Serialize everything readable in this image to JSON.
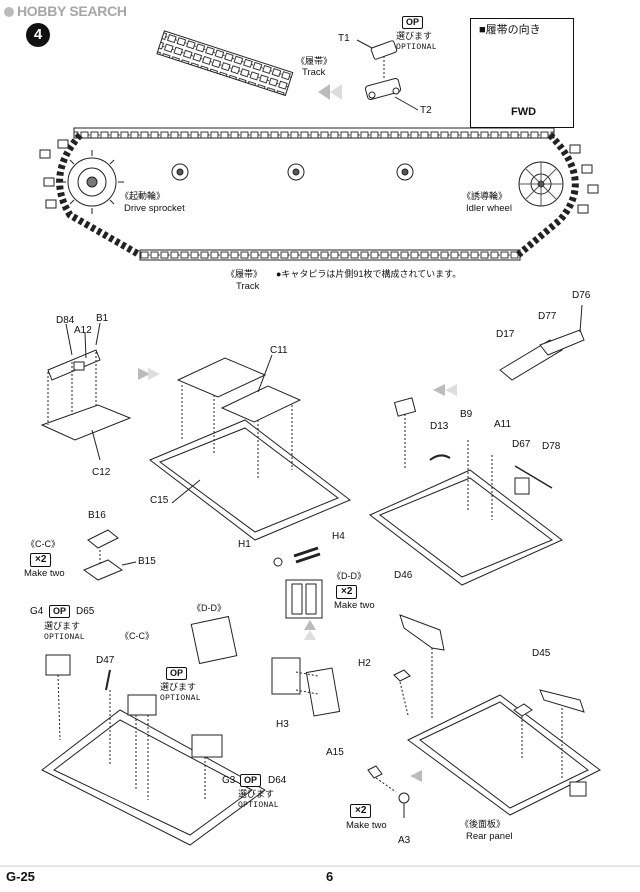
{
  "watermark": "HOBBY SEARCH",
  "step_number": "4",
  "page_number": "6",
  "page_code": "G-25",
  "badges": {
    "op": "OP",
    "x2": "×2"
  },
  "texts": {
    "select_jp": "選びます",
    "optional_en": "OPTIONAL",
    "make_two": "Make two"
  },
  "track_top": {
    "jp": "《履帯》",
    "en": "Track"
  },
  "direction_box": {
    "title": "■履帯の向き",
    "label": "FWD"
  },
  "drive_sprocket": {
    "jp": "《起動輪》",
    "en": "Drive sprocket"
  },
  "idler_wheel": {
    "jp": "《誘導輪》",
    "en": "Idler wheel"
  },
  "track_bottom": {
    "jp": "《履帯》",
    "en": "Track",
    "note": "●キャタピラは片側91枚で構成されています。"
  },
  "rear_panel": {
    "jp": "《後面板》",
    "en": "Rear panel"
  },
  "view_cc": "《C-C》",
  "view_dd": "《D-D》",
  "parts": {
    "T1": "T1",
    "T2": "T2",
    "D84": "D84",
    "A12": "A12",
    "B1": "B1",
    "C12": "C12",
    "C11": "C11",
    "C15": "C15",
    "D76": "D76",
    "D77": "D77",
    "D17": "D17",
    "D13": "D13",
    "B9": "B9",
    "A11": "A11",
    "D67": "D67",
    "D78": "D78",
    "B16": "B16",
    "B15": "B15",
    "H1": "H1",
    "H4": "H4",
    "H2": "H2",
    "H3": "H3",
    "G4": "G4",
    "D65": "D65",
    "D47": "D47",
    "G3": "G3",
    "D64": "D64",
    "D46": "D46",
    "D45": "D45",
    "A15": "A15",
    "A3": "A3"
  }
}
